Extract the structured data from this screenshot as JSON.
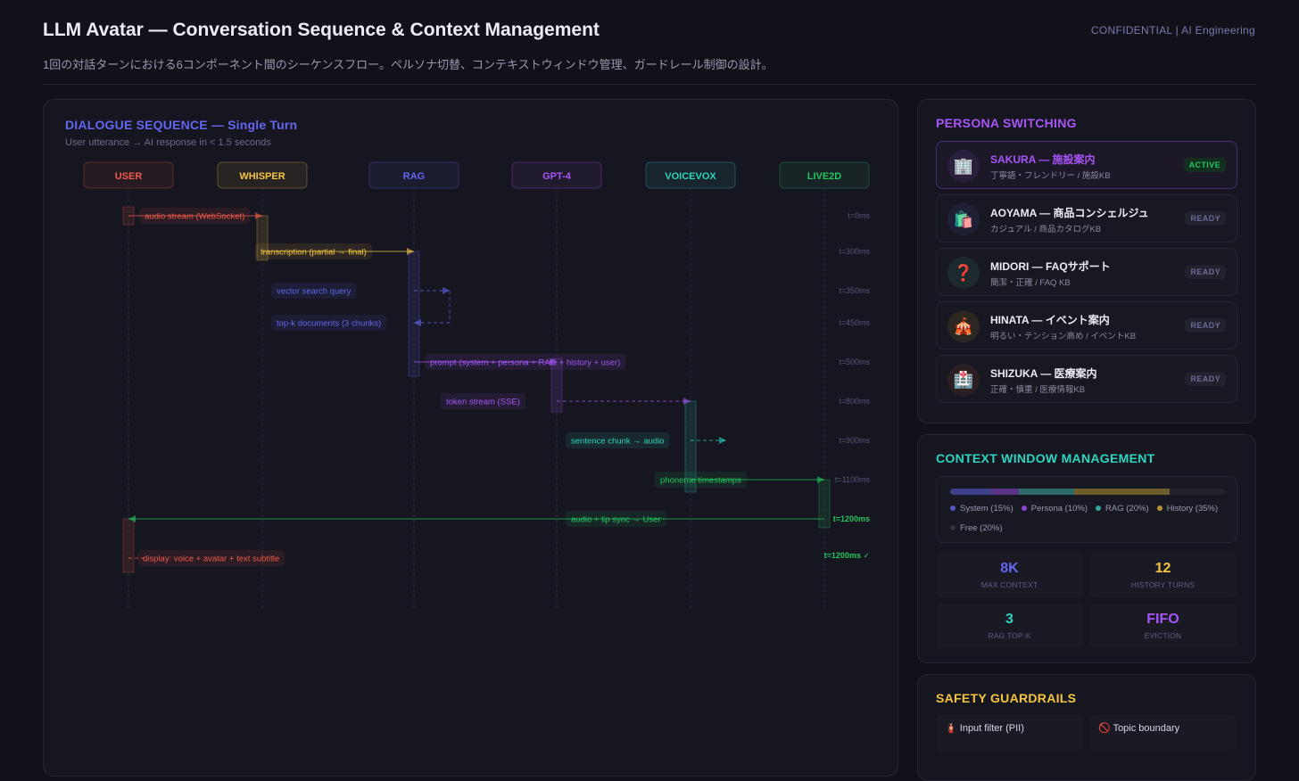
{
  "header": {
    "title": "LLM Avatar — Conversation Sequence & Context Management",
    "confidential": "CONFIDENTIAL | AI Engineering",
    "subtitle": "1回の対話ターンにおける6コンポーネント間のシーケンスフロー。ペルソナ切替、コンテキストウィンドウ管理、ガードレール制御の設計。"
  },
  "sequence": {
    "title": "DIALOGUE SEQUENCE — Single Turn",
    "subtitle": "User utterance → AI response in < 1.5 seconds",
    "participants": [
      {
        "name": "USER",
        "color": "#ef5a4a"
      },
      {
        "name": "WHISPER",
        "color": "#f5c542"
      },
      {
        "name": "RAG",
        "color": "#6366f1"
      },
      {
        "name": "GPT-4",
        "color": "#a855f7"
      },
      {
        "name": "VOICEVOX",
        "color": "#2dd4bf"
      },
      {
        "name": "LIVE2D",
        "color": "#22c55e"
      }
    ],
    "messages": [
      {
        "label": "audio stream (WebSocket)",
        "from": 0,
        "to": 1,
        "style": "solid",
        "color": "#ef5a4a",
        "time": "t=0ms"
      },
      {
        "label": "transcription (partial → final)",
        "from": 1,
        "to": 2,
        "style": "solid",
        "color": "#f5c542",
        "time": "t=300ms"
      },
      {
        "label": "vector search query",
        "from": 2,
        "to": "self-out",
        "style": "dashed",
        "color": "#6366f1",
        "time": "t=350ms"
      },
      {
        "label": "top-k documents (3 chunks)",
        "from": 2,
        "to": "self-in",
        "style": "dashed",
        "color": "#6366f1",
        "time": "t=450ms"
      },
      {
        "label": "prompt (system + persona + RAG + history + user)",
        "from": 2,
        "to": 3,
        "style": "solid",
        "color": "#a855f7",
        "time": "t=500ms"
      },
      {
        "label": "token stream (SSE)",
        "from": 3,
        "to": 4,
        "style": "dashed",
        "color": "#a855f7",
        "time": "t=800ms"
      },
      {
        "label": "sentence chunk → audio",
        "from": 4,
        "to": "self-out",
        "style": "dashed",
        "color": "#2dd4bf",
        "time": "t=900ms"
      },
      {
        "label": "phoneme timestamps",
        "from": 4,
        "to": 5,
        "style": "solid",
        "color": "#22c55e",
        "time": "t=1100ms"
      },
      {
        "label": "audio + lip sync → User",
        "from": 5,
        "to": 0,
        "style": "solid",
        "color": "#22c55e",
        "time": "t=1200ms"
      },
      {
        "label": "display: voice + avatar + text subtitle",
        "from": 0,
        "to": "note",
        "style": "dashed",
        "color": "#ef5a4a",
        "time": "t=1200ms ✓"
      }
    ]
  },
  "persona": {
    "title": "PERSONA SWITCHING",
    "items": [
      {
        "icon": "🏢",
        "name": "SAKURA — 施設案内",
        "desc": "丁寧語・フレンドリー / 施設KB",
        "status": "ACTIVE",
        "bg": "#2a1f3d"
      },
      {
        "icon": "🛍️",
        "name": "AOYAMA — 商品コンシェルジュ",
        "desc": "カジュアル / 商品カタログKB",
        "status": "READY",
        "bg": "#1f2036"
      },
      {
        "icon": "❓",
        "name": "MIDORI — FAQサポート",
        "desc": "簡潔・正確 / FAQ KB",
        "status": "READY",
        "bg": "#1c2a2e"
      },
      {
        "icon": "🎪",
        "name": "HINATA — イベント案内",
        "desc": "明るい・テンション高め / イベントKB",
        "status": "READY",
        "bg": "#2c2720"
      },
      {
        "icon": "🏥",
        "name": "SHIZUKA — 医療案内",
        "desc": "正確・慎重 / 医療情報KB",
        "status": "READY",
        "bg": "#2c1f24"
      }
    ]
  },
  "context": {
    "title": "CONTEXT WINDOW MANAGEMENT",
    "segments": [
      {
        "label": "System (15%)",
        "pct": 15,
        "color": "#3f3f8a",
        "dot": "#5558c8"
      },
      {
        "label": "Persona (10%)",
        "pct": 10,
        "color": "#5b3488",
        "dot": "#8b45d0"
      },
      {
        "label": "RAG (20%)",
        "pct": 20,
        "color": "#2b6a66",
        "dot": "#2fa89c"
      },
      {
        "label": "History (35%)",
        "pct": 35,
        "color": "#6e5c2a",
        "dot": "#b8922e"
      },
      {
        "label": "Free (20%)",
        "pct": 20,
        "color": "#22222c",
        "dot": "#34343f"
      }
    ],
    "stats": [
      {
        "value": "8K",
        "label": "MAX CONTEXT",
        "color": "#6366f1"
      },
      {
        "value": "12",
        "label": "HISTORY TURNS",
        "color": "#f5c542"
      },
      {
        "value": "3",
        "label": "RAG TOP-K",
        "color": "#2dd4bf"
      },
      {
        "value": "FIFO",
        "label": "EVICTION",
        "color": "#a855f7"
      }
    ]
  },
  "guardrails": {
    "title": "SAFETY GUARDRAILS",
    "items": [
      {
        "icon": "🧯",
        "label": "Input filter (PII)"
      },
      {
        "icon": "🚫",
        "label": "Topic boundary"
      }
    ]
  }
}
